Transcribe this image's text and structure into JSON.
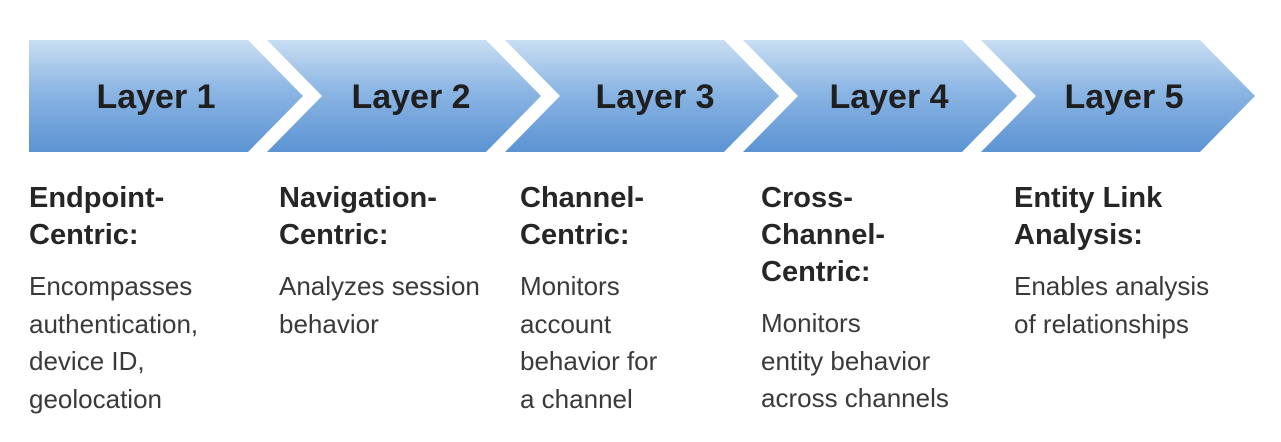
{
  "colors": {
    "chevron_top": "#c9def3",
    "chevron_mid": "#8cb6e4",
    "chevron_bottom": "#5b93d3",
    "title_text": "#262626",
    "body_text": "#3a3a3a"
  },
  "layers": [
    {
      "label": "Layer 1",
      "title": "Endpoint-\nCentric:",
      "description": "Encompasses\nauthentication,\ndevice ID,\ngeolocation"
    },
    {
      "label": "Layer 2",
      "title": "Navigation-\nCentric:",
      "description": "Analyzes session\nbehavior"
    },
    {
      "label": "Layer 3",
      "title": "Channel-\nCentric:",
      "description": "Monitors\naccount\nbehavior for\na channel"
    },
    {
      "label": "Layer 4",
      "title": "Cross-\nChannel-\nCentric:",
      "description": "Monitors\nentity behavior\nacross channels"
    },
    {
      "label": "Layer 5",
      "title": "Entity Link\nAnalysis:",
      "description": "Enables analysis\nof relationships"
    }
  ]
}
